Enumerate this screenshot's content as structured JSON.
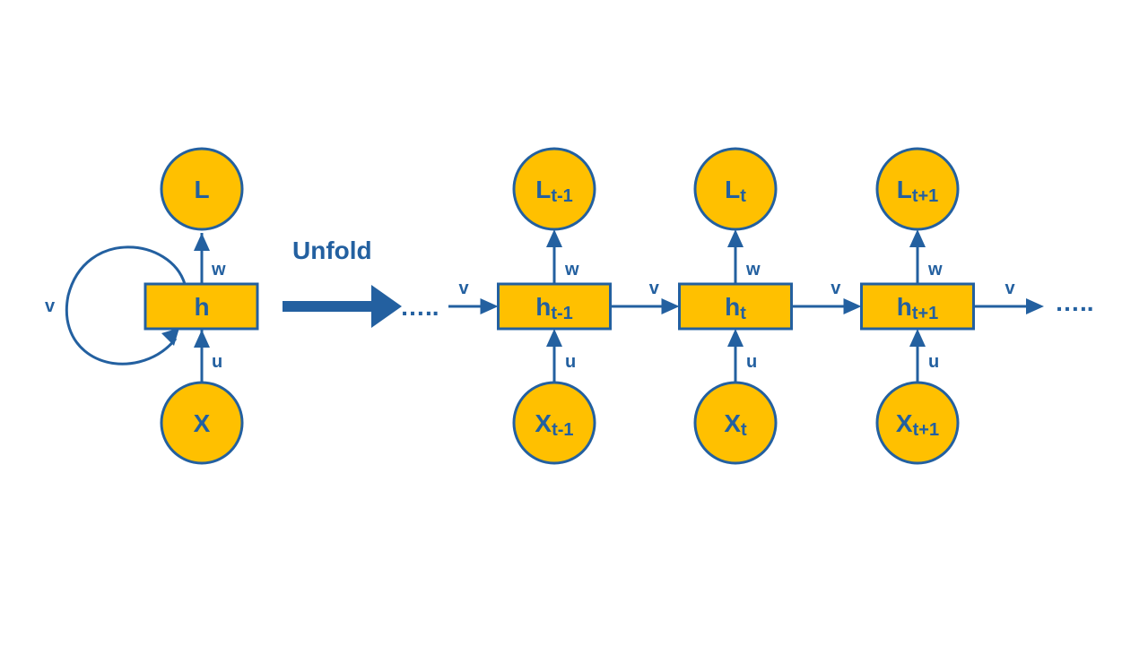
{
  "colors": {
    "node_fill": "#FFC000",
    "stroke": "#2360A0",
    "text": "#2360A0",
    "background": "#FFFFFF"
  },
  "folded": {
    "output": {
      "main": "L",
      "sub": ""
    },
    "hidden": {
      "main": "h",
      "sub": ""
    },
    "input": {
      "main": "X",
      "sub": ""
    },
    "weights": {
      "w": "w",
      "u": "u",
      "v": "v"
    }
  },
  "unfold_label": "Unfold",
  "ellipsis_left": "…..",
  "ellipsis_right": "…..",
  "steps": [
    {
      "output": {
        "main": "L",
        "sub": "t-1"
      },
      "hidden": {
        "main": "h",
        "sub": "t-1"
      },
      "input": {
        "main": "X",
        "sub": "t-1"
      },
      "w": "w",
      "u": "u",
      "v_in": "v"
    },
    {
      "output": {
        "main": "L",
        "sub": "t"
      },
      "hidden": {
        "main": "h",
        "sub": "t"
      },
      "input": {
        "main": "X",
        "sub": "t"
      },
      "w": "w",
      "u": "u",
      "v_in": "v"
    },
    {
      "output": {
        "main": "L",
        "sub": "t+1"
      },
      "hidden": {
        "main": "h",
        "sub": "t+1"
      },
      "input": {
        "main": "X",
        "sub": "t+1"
      },
      "w": "w",
      "u": "u",
      "v_in": "v"
    }
  ],
  "v_out": "v"
}
